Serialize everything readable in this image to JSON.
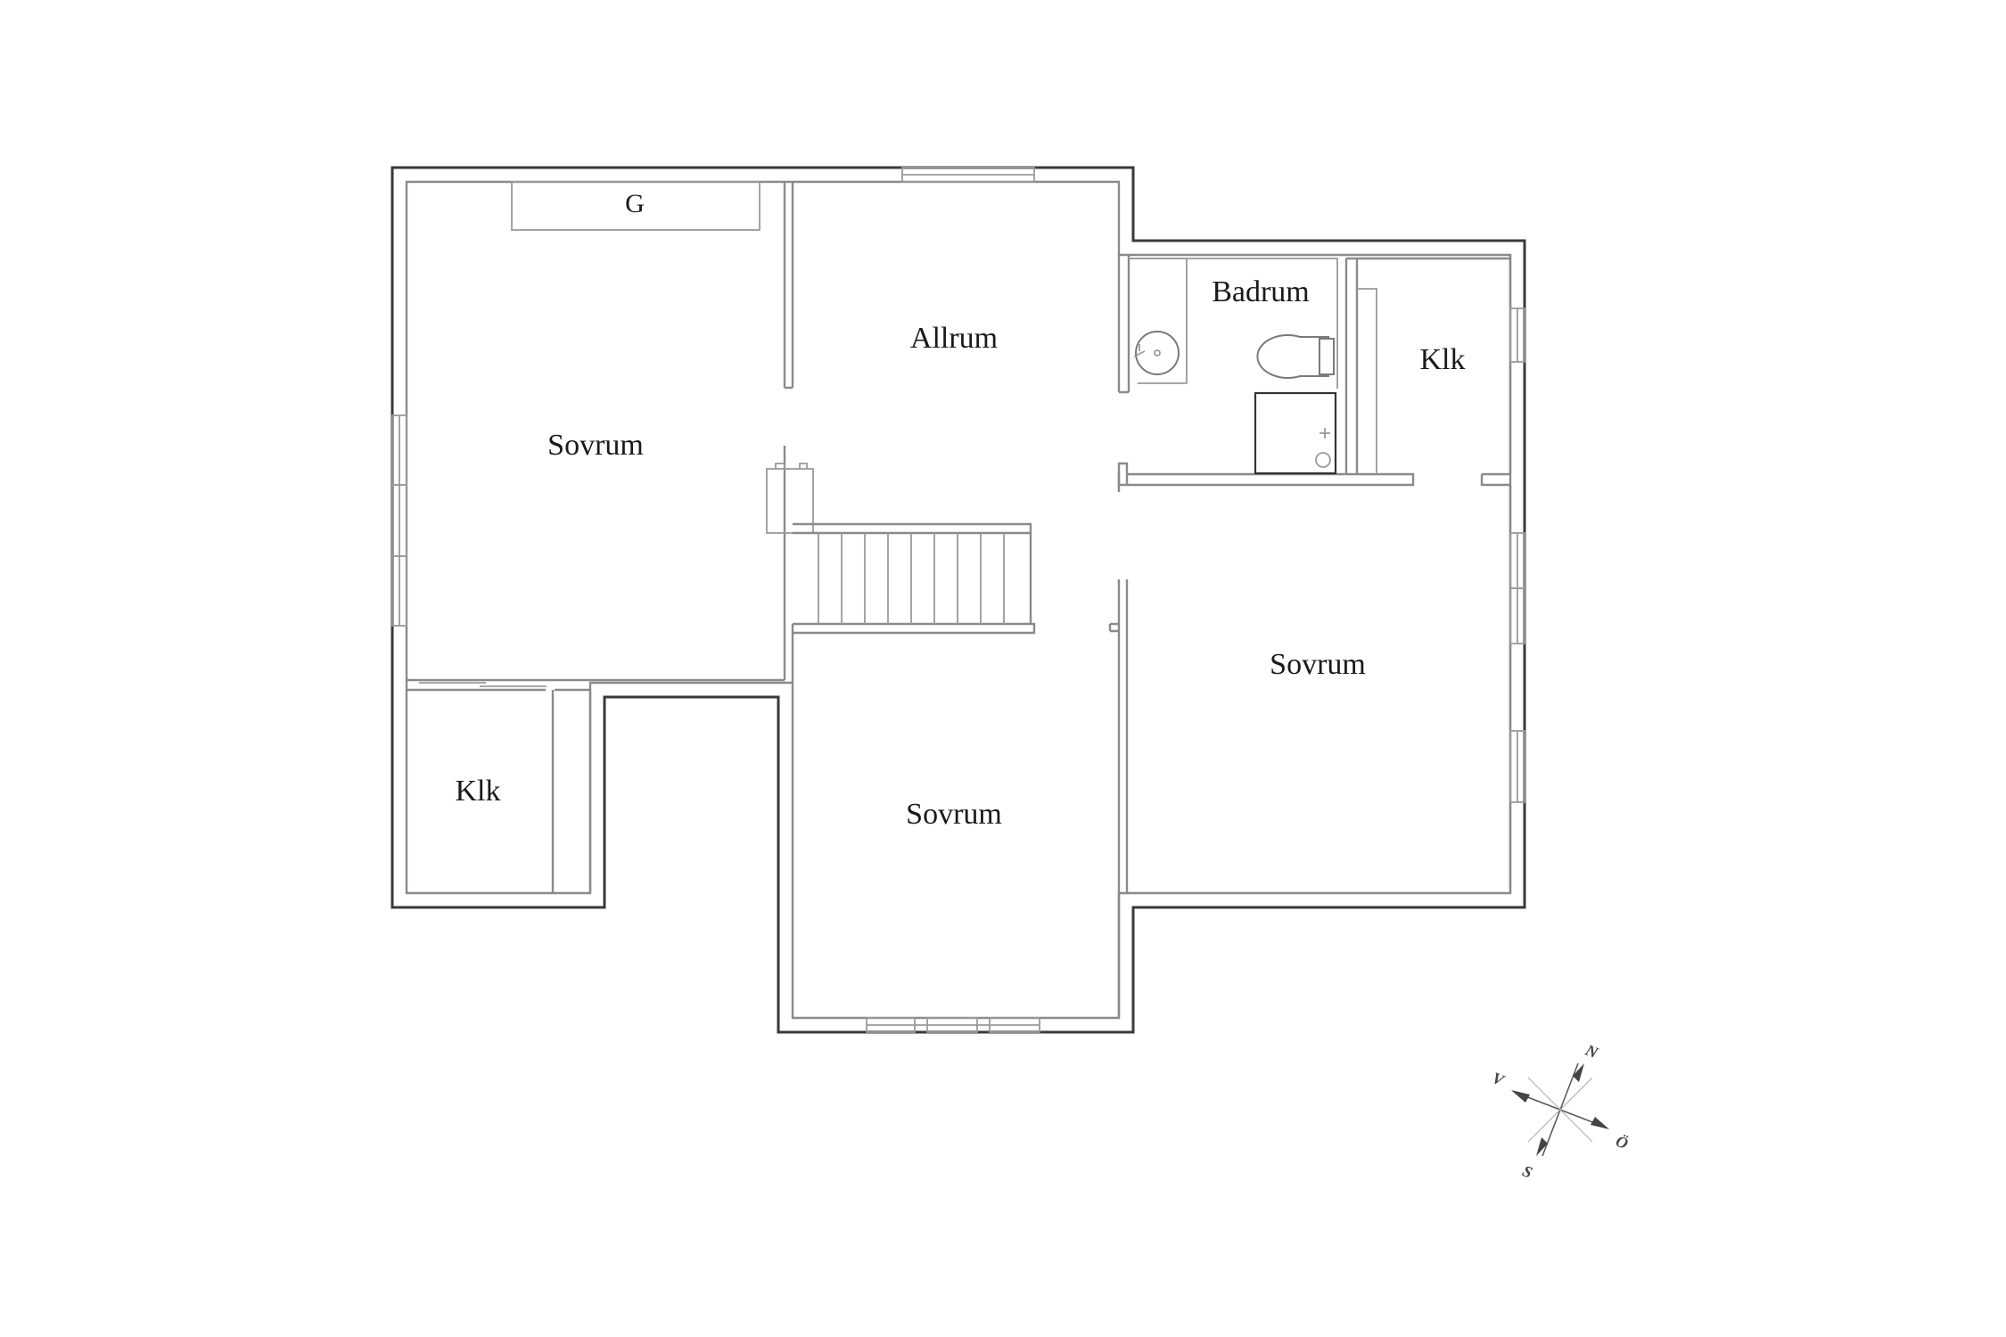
{
  "rooms": {
    "sovrum_nw": "Sovrum",
    "allrum": "Allrum",
    "badrum": "Badrum",
    "klk_east": "Klk",
    "klk_west": "Klk",
    "sovrum_south": "Sovrum",
    "sovrum_east": "Sovrum",
    "g": "G"
  },
  "compass": {
    "north": "N",
    "south": "S",
    "east": "Ö",
    "west": "V"
  }
}
